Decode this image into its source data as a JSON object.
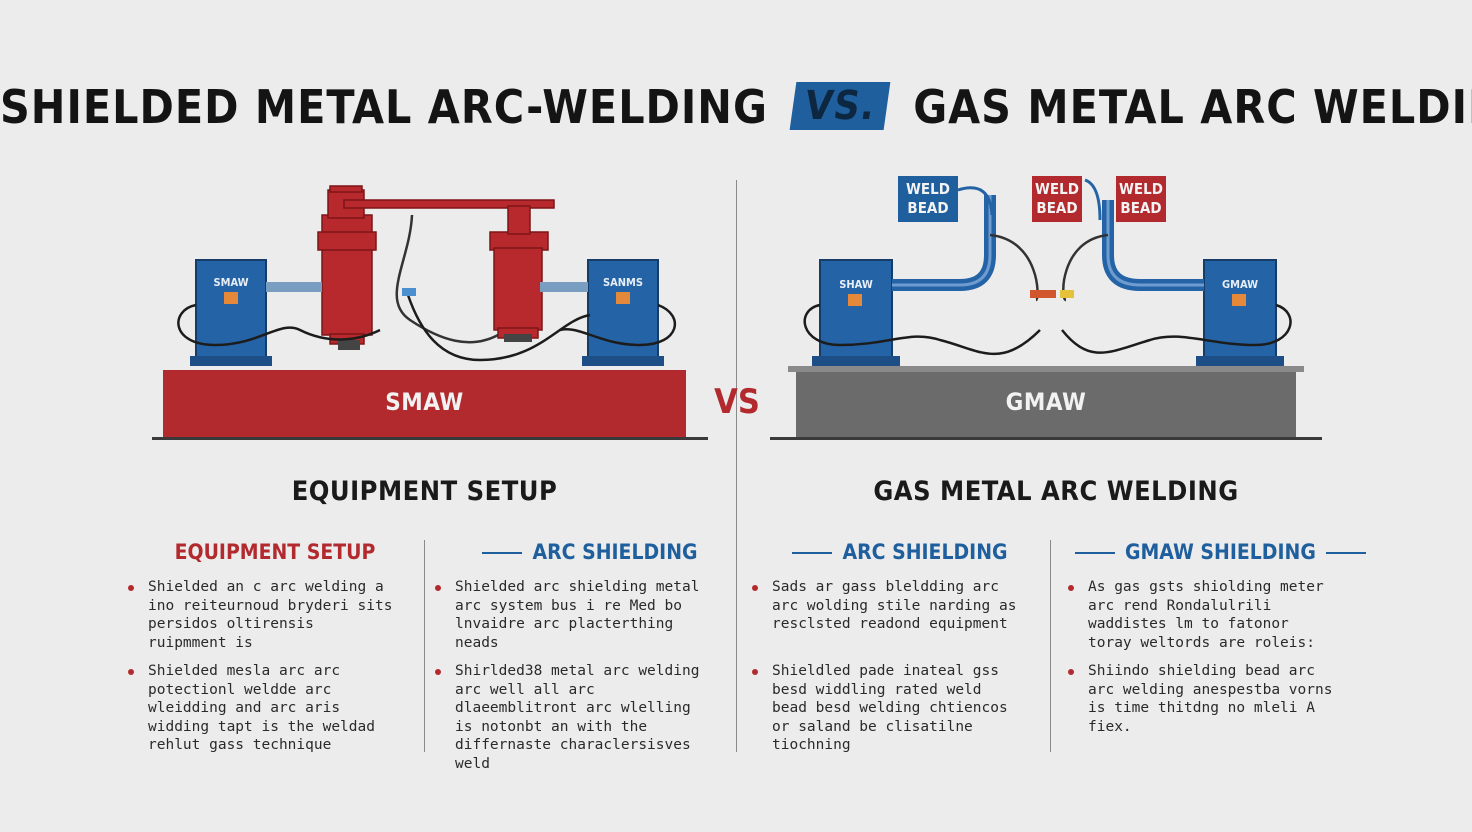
{
  "title": {
    "left": "SHIELDED METAL ARC-WELDING",
    "vs": "VS.",
    "right": "GAS METAL ARC WELDING"
  },
  "left_panel": {
    "base_label": "SMAW",
    "machine_left_label": "SMAW",
    "machine_right_label": "SANMS",
    "sub_heading": "EQUIPMENT SETUP"
  },
  "center_label": "VS",
  "right_panel": {
    "base_label": "GMAW",
    "machine_left_label": "SHAW",
    "machine_right_label": "GMAW",
    "tag_1": "WELD BEAD",
    "tag_2": "WELD BEAD",
    "tag_3": "WELD BEAD",
    "sub_heading": "GAS METAL ARC WELDING"
  },
  "columns": [
    {
      "heading": "EQUIPMENT SETUP",
      "color": "#b22a2e",
      "bullets": [
        "Shielded an c arc welding a ino reiteurnoud bryderi sits persidos oltirensis ruipmment is",
        "Shielded mesla arc arc potectionl weldde arc wleidding and arc aris widding tapt is the weldad rehlut gass technique"
      ]
    },
    {
      "heading": "ARC SHIELDING",
      "color": "#1f5f9e",
      "bullets": [
        "Shielded arc shielding metal arc system bus i re Med bo lnvaidre arc placterthing neads",
        "Shirlded38 metal arc welding arc well all arc dlaeemblitront arc wlelling is notonbt an with the differnaste characlersisves weld"
      ]
    },
    {
      "heading": "ARC SHIELDING",
      "color": "#1f5f9e",
      "bullets": [
        "Sads ar gass bleldding arc arc wolding stile narding as resclsted readond equipment",
        "Shieldled pade inateal gss besd widdling rated weld bead besd welding chtiencos or saland be clisatilne tiochning"
      ]
    },
    {
      "heading": "GMAW SHIELDING",
      "color": "#1f5f9e",
      "bullets": [
        "As gas gsts shiolding meter arc rend Rondalulrili waddistes lm to fatonor toray weltords are roleis:",
        "Shiindo shielding bead arc arc welding anespestba vorns is time thitdng no mleli A fiex."
      ]
    }
  ],
  "colors": {
    "red": "#b22a2e",
    "blue": "#1f5f9e",
    "gray_base": "#6b6b6b",
    "background": "#ececec"
  }
}
